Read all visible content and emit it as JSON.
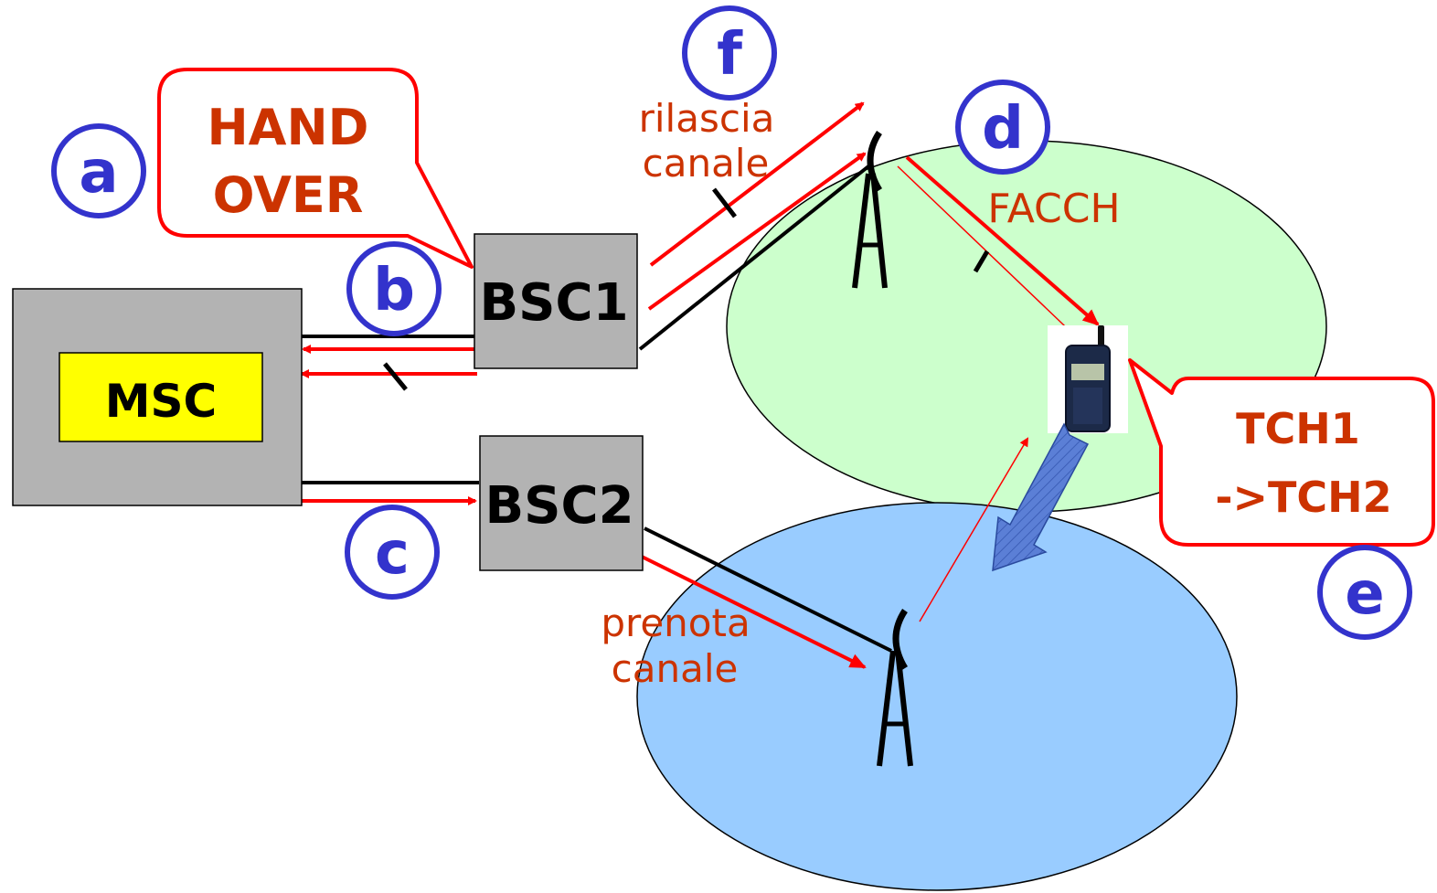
{
  "diagram": {
    "nodes": {
      "msc": "MSC",
      "bsc1": "BSC1",
      "bsc2": "BSC2"
    },
    "callouts": {
      "handover_line1": "HAND",
      "handover_line2": "OVER",
      "tch_line1": "TCH1",
      "tch_line2": "->TCH2"
    },
    "labels": {
      "rilascia_line1": "rilascia",
      "rilascia_line2": "canale",
      "facch": "FACCH",
      "prenota_line1": "prenota",
      "prenota_line2": "canale"
    },
    "steps": {
      "a": "a",
      "b": "b",
      "c": "c",
      "d": "d",
      "e": "e",
      "f": "f"
    },
    "colors": {
      "cell1_fill": "#ccffcc",
      "cell2_fill": "#99ccff",
      "signal_arrow": "#ff0000",
      "step_circle": "#3333cc",
      "callout_border": "#ff0000",
      "callout_text": "#cc3300",
      "node_fill": "#b3b3b3",
      "msc_inner_fill": "#ffff00",
      "handover_arrow": "#5b7fd6"
    }
  }
}
